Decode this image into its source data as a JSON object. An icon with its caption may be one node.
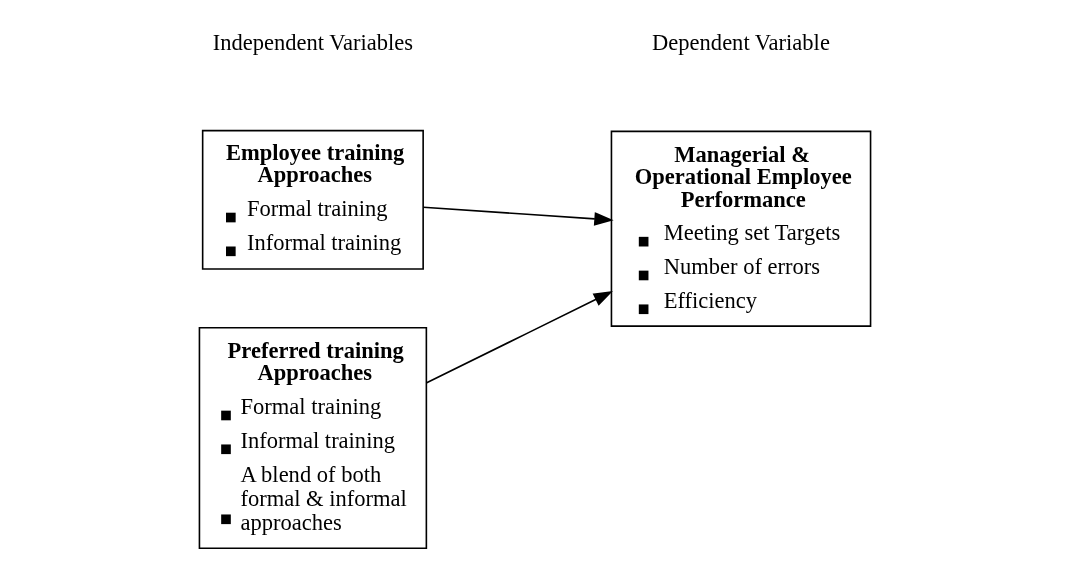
{
  "diagram": {
    "nodes": [
      {
        "text": [
          "Employee training Approaches",
          "Formal training",
          "Informal training"
        ]
      },
      {
        "text": [
          "Preferred training Approaches",
          "Formal training",
          "Informal training",
          "A blend of both formal & informal approaches"
        ]
      },
      {
        "text": [
          "Managerial & Operational Employee Performance",
          "Meeting set Targets",
          "Number of errors",
          "Efficiency"
        ]
      }
    ],
    "edges": [
      {
        "from": 0,
        "to": 2,
        "arrow": "to"
      },
      {
        "from": 1,
        "to": 2,
        "arrow": "to"
      }
    ],
    "labels": [
      "Independent Variables",
      "Dependent Variable"
    ]
  }
}
